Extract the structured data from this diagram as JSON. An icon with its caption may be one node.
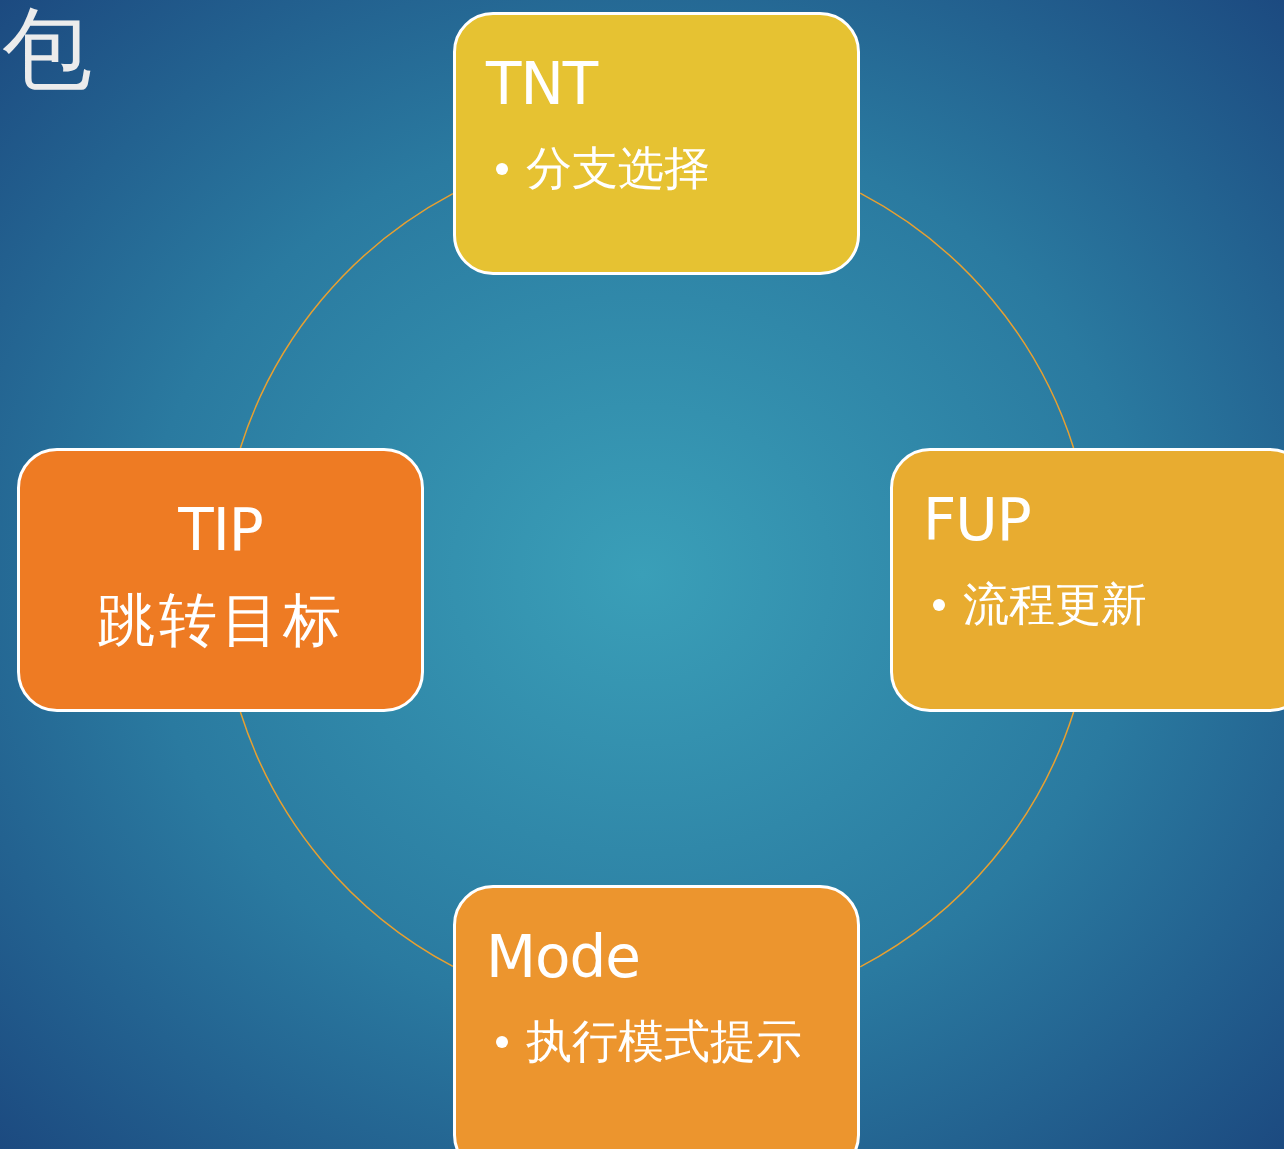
{
  "diagram": {
    "title": "包",
    "nodes": [
      {
        "text": [
          "TNT",
          "分支选择"
        ]
      },
      {
        "text": [
          "FUP",
          "流程更新"
        ]
      },
      {
        "text": [
          "Mode",
          "执行模式提示"
        ]
      },
      {
        "text": [
          "TIP",
          "跳转目标"
        ]
      }
    ],
    "edges": [
      {
        "from": 0,
        "to": 1,
        "arrow": "none"
      },
      {
        "from": 1,
        "to": 2,
        "arrow": "none"
      },
      {
        "from": 2,
        "to": 3,
        "arrow": "none"
      },
      {
        "from": 3,
        "to": 0,
        "arrow": "none"
      }
    ]
  }
}
